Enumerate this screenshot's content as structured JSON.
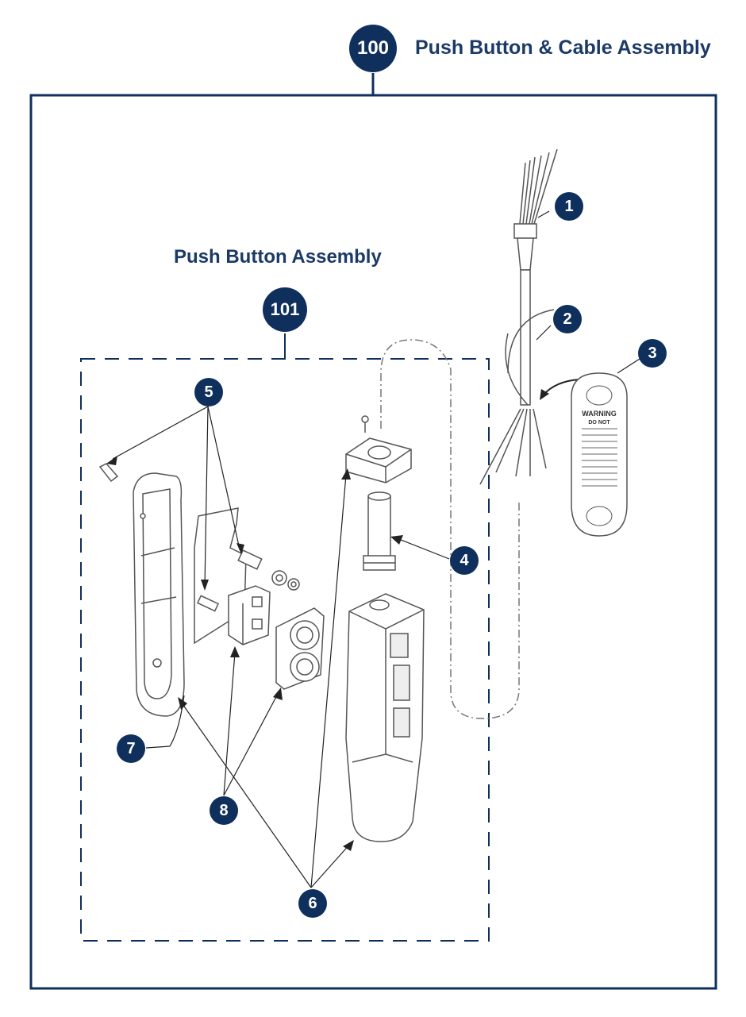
{
  "diagram": {
    "main_title": "Push Button & Cable Assembly",
    "sub_title": "Push Button Assembly",
    "assembly_number": "100",
    "subassembly_number": "101",
    "callouts": [
      "1",
      "2",
      "3",
      "4",
      "5",
      "6",
      "7",
      "8"
    ],
    "warning_plate": {
      "heading": "WARNING",
      "subheading": "DO NOT"
    },
    "colors": {
      "accent": "#0f2f5c",
      "title": "#1b3a66",
      "line_art": "#555555"
    }
  }
}
